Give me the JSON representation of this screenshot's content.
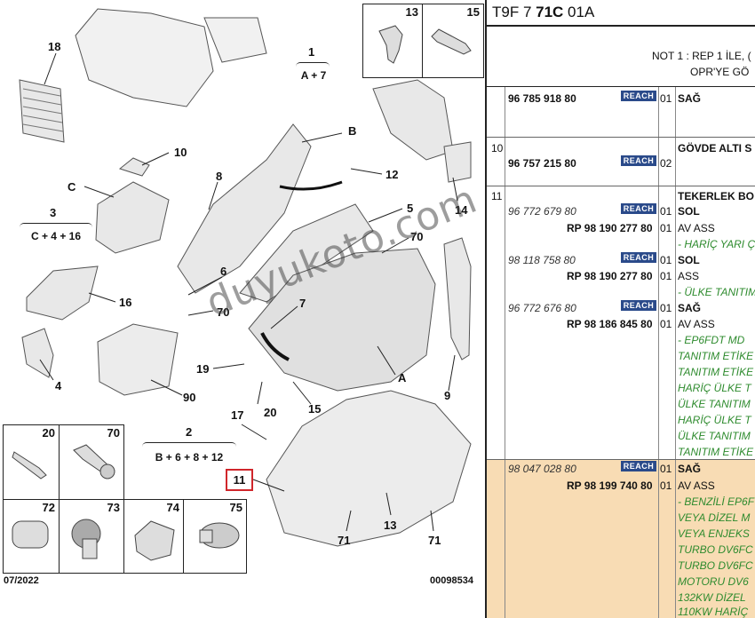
{
  "diagram": {
    "labels": [
      "18",
      "1",
      "A + 7",
      "10",
      "B",
      "C",
      "12",
      "8",
      "3",
      "C + 4 + 16",
      "5",
      "14",
      "70",
      "6",
      "16",
      "70",
      "7",
      "4",
      "19",
      "A",
      "9",
      "90",
      "20",
      "17",
      "15",
      "2",
      "B + 6 + 8 + 12",
      "11",
      "13",
      "71",
      "71"
    ],
    "box_numbers": [
      "13",
      "15",
      "20",
      "70",
      "72",
      "73",
      "74",
      "75"
    ],
    "highlight_label": "11",
    "date": "07/2022",
    "code": "00098534",
    "watermark": "duyukoto.com"
  },
  "table": {
    "title_prefix": "T9F 7 ",
    "title_bold": "71C",
    "title_suffix": " 01A",
    "note_line1": "NOT 1 : REP 1 İLE, (",
    "note_line2": "OPR'YE GÖ",
    "rows": [
      {
        "item": "",
        "ref": "96 785 918 80",
        "reach": "REACH",
        "qty": "01",
        "desc": "SAĞ"
      },
      {
        "item": "10",
        "ref": "96 757 215 80",
        "reach": "REACH",
        "qty": "02",
        "desc": "GÖVDE ALTI S"
      },
      {
        "item": "11",
        "desc": "TEKERLEK BO"
      }
    ],
    "sub_rows": [
      {
        "ref": "96 772 679 80",
        "reach": "REACH",
        "qty": "01",
        "desc": "SOL"
      },
      {
        "ref": "RP 98 190 277 80",
        "qty": "01",
        "desc": "AV ASS"
      },
      {
        "note": "- HARİÇ YARI Ç"
      },
      {
        "ref": "98 118 758 80",
        "reach": "REACH",
        "qty": "01",
        "desc": "SOL"
      },
      {
        "ref": "RP 98 190 277 80",
        "qty": "01",
        "desc": "ASS"
      },
      {
        "note": "- ÜLKE TANITIM"
      },
      {
        "ref": "96 772 676 80",
        "reach": "REACH",
        "qty": "01",
        "desc": "SAĞ"
      },
      {
        "ref": "RP 98 186 845 80",
        "qty": "01",
        "desc": "AV ASS"
      },
      {
        "note": "- EP6FDT MD"
      },
      {
        "note": "TANITIM ETİKE"
      },
      {
        "note": "TANITIM ETİKE"
      },
      {
        "note": "HARİÇ ÜLKE T"
      },
      {
        "note": "ÜLKE TANITIM"
      },
      {
        "note": "HARİÇ ÜLKE T"
      },
      {
        "note": "ÜLKE TANITIM"
      },
      {
        "note": "TANITIM ETİKE"
      }
    ],
    "hl_rows": [
      {
        "ref": "98 047 028 80",
        "reach": "REACH",
        "qty": "01",
        "desc": "SAĞ"
      },
      {
        "ref": "RP 98 199 740 80",
        "qty": "01",
        "desc": "AV ASS"
      },
      {
        "note": "- BENZİLİ EP6F"
      },
      {
        "note": "VEYA DİZEL M"
      },
      {
        "note": "VEYA ENJEKS"
      },
      {
        "note": "TURBO DV6FC"
      },
      {
        "note": "TURBO DV6FC"
      },
      {
        "note": "MOTORU DV6"
      },
      {
        "note": "132KW DİZEL"
      },
      {
        "note": "110KW HARİÇ"
      }
    ],
    "colors": {
      "highlight": "#f8dcb4",
      "reach_badge": "#2a4a8a",
      "note_green": "#2e8b2e",
      "callout_red": "#d0262b"
    }
  }
}
